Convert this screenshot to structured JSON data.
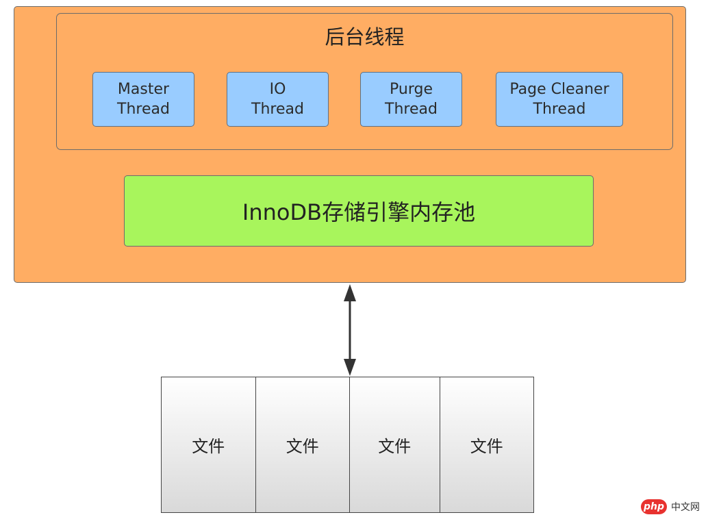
{
  "background_threads": {
    "title": "后台线程",
    "threads": [
      {
        "label": "Master\nThread"
      },
      {
        "label": "IO\nThread"
      },
      {
        "label": "Purge\nThread"
      },
      {
        "label": "Page Cleaner\nThread"
      }
    ]
  },
  "buffer_pool": {
    "label": "InnoDB存储引擎内存池"
  },
  "files": [
    "文件",
    "文件",
    "文件",
    "文件"
  ],
  "watermark": {
    "logo_text": "php",
    "text": "中文网"
  },
  "colors": {
    "outer": "#ffad63",
    "thread": "#99ccff",
    "pool": "#a8f55c",
    "file_top": "#ffffff",
    "file_bottom": "#d9d9d9",
    "logo": "#e8322f"
  }
}
